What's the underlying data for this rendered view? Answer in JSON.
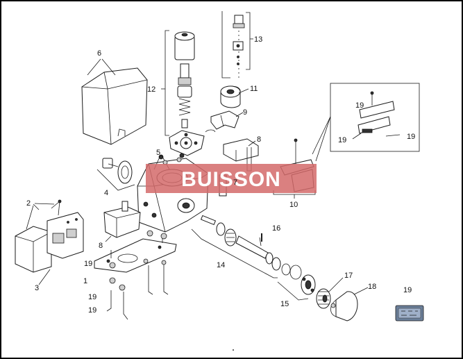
{
  "diagram": {
    "callouts": [
      "1",
      "2",
      "3",
      "4",
      "5",
      "6",
      "7",
      "8",
      "8",
      "9",
      "10",
      "11",
      "12",
      "13",
      "14",
      "15",
      "16",
      "17",
      "18",
      "19",
      "19",
      "19",
      "19",
      "19",
      "19"
    ],
    "watermark": "BUISSON"
  },
  "colors": {
    "border": "#000000",
    "line": "#1a1a1a",
    "watermark_bg": "#d46a6a",
    "watermark_text": "#ffffff",
    "label_fill": "#1e5fa8"
  }
}
